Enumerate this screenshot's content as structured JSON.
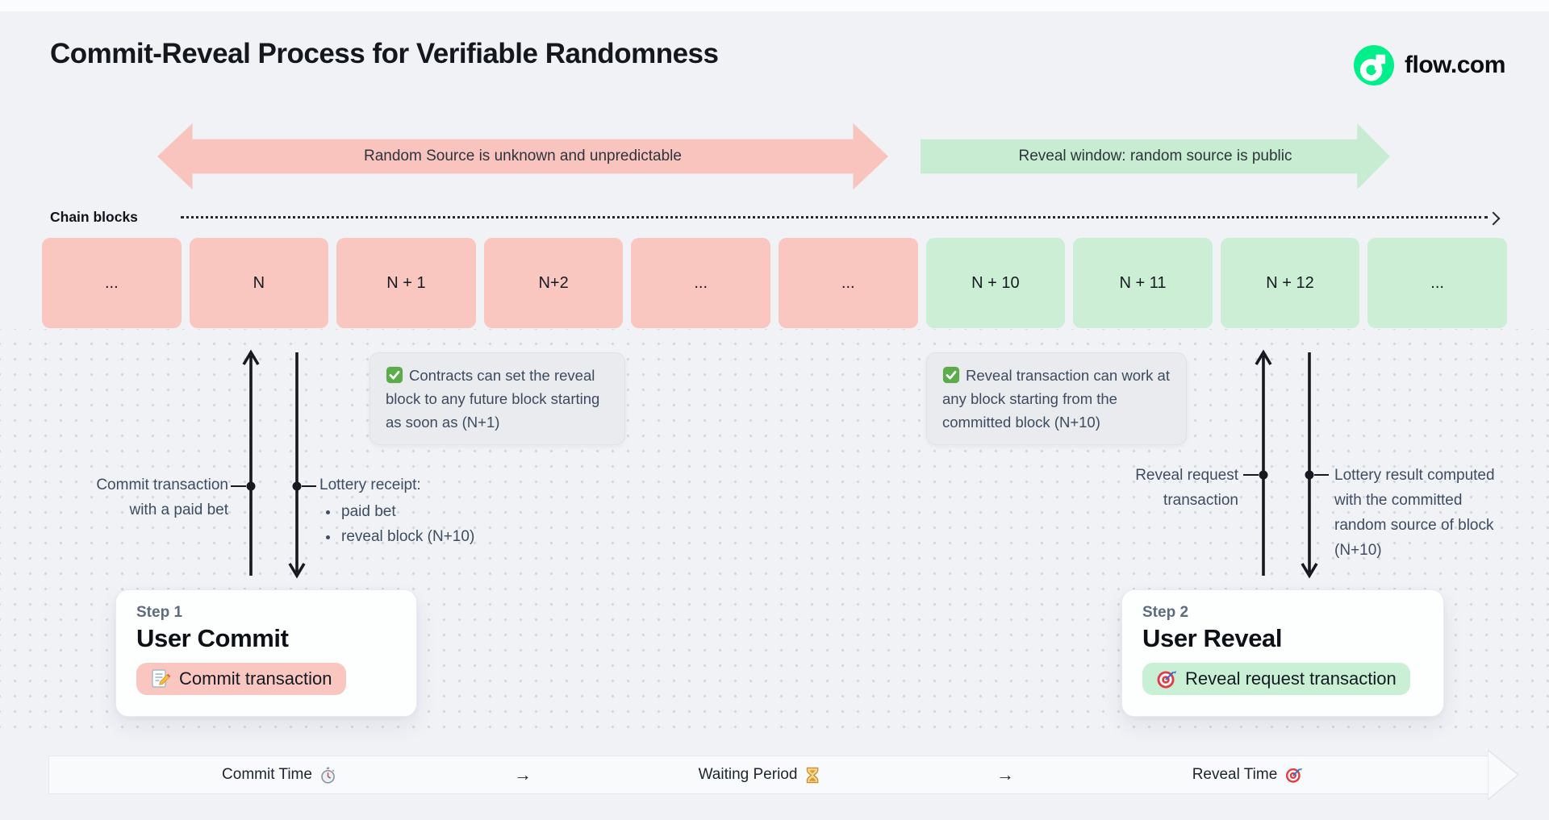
{
  "header": {
    "title": "Commit-Reveal Process for Verifiable Randomness",
    "brand": "flow.com"
  },
  "bands": {
    "commit": "Random Source is unknown and unpredictable",
    "reveal": "Reveal window: random source is public"
  },
  "chain": {
    "label": "Chain blocks",
    "blocks": [
      {
        "label": "...",
        "phase": "commit"
      },
      {
        "label": "N",
        "phase": "commit"
      },
      {
        "label": "N + 1",
        "phase": "commit"
      },
      {
        "label": "N+2",
        "phase": "commit"
      },
      {
        "label": "...",
        "phase": "commit"
      },
      {
        "label": "...",
        "phase": "commit"
      },
      {
        "label": "N + 10",
        "phase": "reveal"
      },
      {
        "label": "N + 11",
        "phase": "reveal"
      },
      {
        "label": "N + 12",
        "phase": "reveal"
      },
      {
        "label": "...",
        "phase": "reveal"
      }
    ]
  },
  "notes": [
    {
      "icon": "check-icon",
      "text": "Contracts can set the reveal block to any future block starting as soon as (N+1)"
    },
    {
      "icon": "check-icon",
      "text": "Reveal transaction can work at any block starting from the committed block (N+10)"
    }
  ],
  "annotations": {
    "commit_tx": {
      "line1": "Commit transaction",
      "line2": "with a paid bet"
    },
    "lottery_receipt": {
      "title": "Lottery receipt:",
      "items": [
        "paid bet",
        "reveal block (N+10)"
      ]
    },
    "reveal_request": {
      "line1": "Reveal request",
      "line2": "transaction"
    },
    "lottery_result": {
      "text": "Lottery result computed with the committed random source of block (N+10)"
    }
  },
  "steps": [
    {
      "kicker": "Step 1",
      "title": "User Commit",
      "pill": "Commit transaction",
      "pill_icon": "memo-icon"
    },
    {
      "kicker": "Step 2",
      "title": "User Reveal",
      "pill": "Reveal request transaction",
      "pill_icon": "target-icon"
    }
  ],
  "timeline": {
    "items": [
      {
        "label": "Commit Time",
        "icon": "stopwatch-icon"
      },
      {
        "label": "Waiting Period",
        "icon": "hourglass-icon"
      },
      {
        "label": "Reveal Time",
        "icon": "target-icon"
      }
    ],
    "separator": "→"
  },
  "colors": {
    "background": "#F0F2F6",
    "commit_pink": "#F9C6C0",
    "reveal_green": "#C9EED4",
    "flow_green": "#00EF8B",
    "note_bg": "#E9EBEF",
    "text_dark": "#14181E",
    "text_slate": "#3E4C60",
    "line_black": "#16191F"
  }
}
